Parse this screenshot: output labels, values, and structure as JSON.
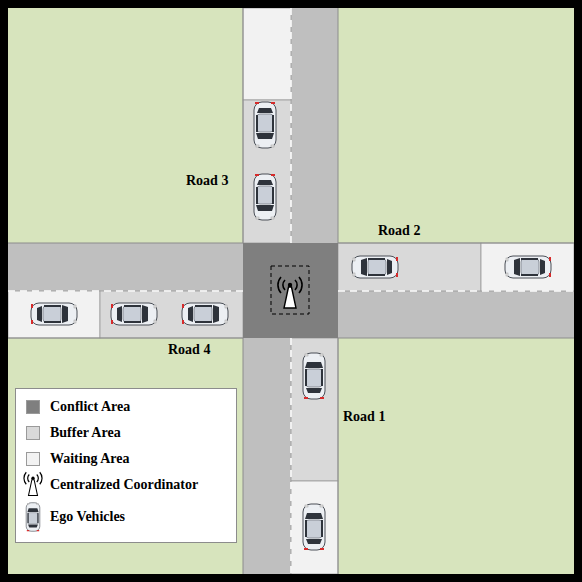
{
  "diagram": {
    "labels": [
      "Road 3",
      "Road 2",
      "Road 4",
      "Road 1"
    ],
    "legend": [
      {
        "text": "Conflict Area",
        "color": "#7f7f7f"
      },
      {
        "text": "Buffer Area",
        "color": "#d9d9d9"
      },
      {
        "text": "Waiting Area",
        "color": "#f2f2f2"
      },
      {
        "text": "Centralized Coordinator"
      },
      {
        "text": "Ego Vehicles"
      }
    ]
  }
}
